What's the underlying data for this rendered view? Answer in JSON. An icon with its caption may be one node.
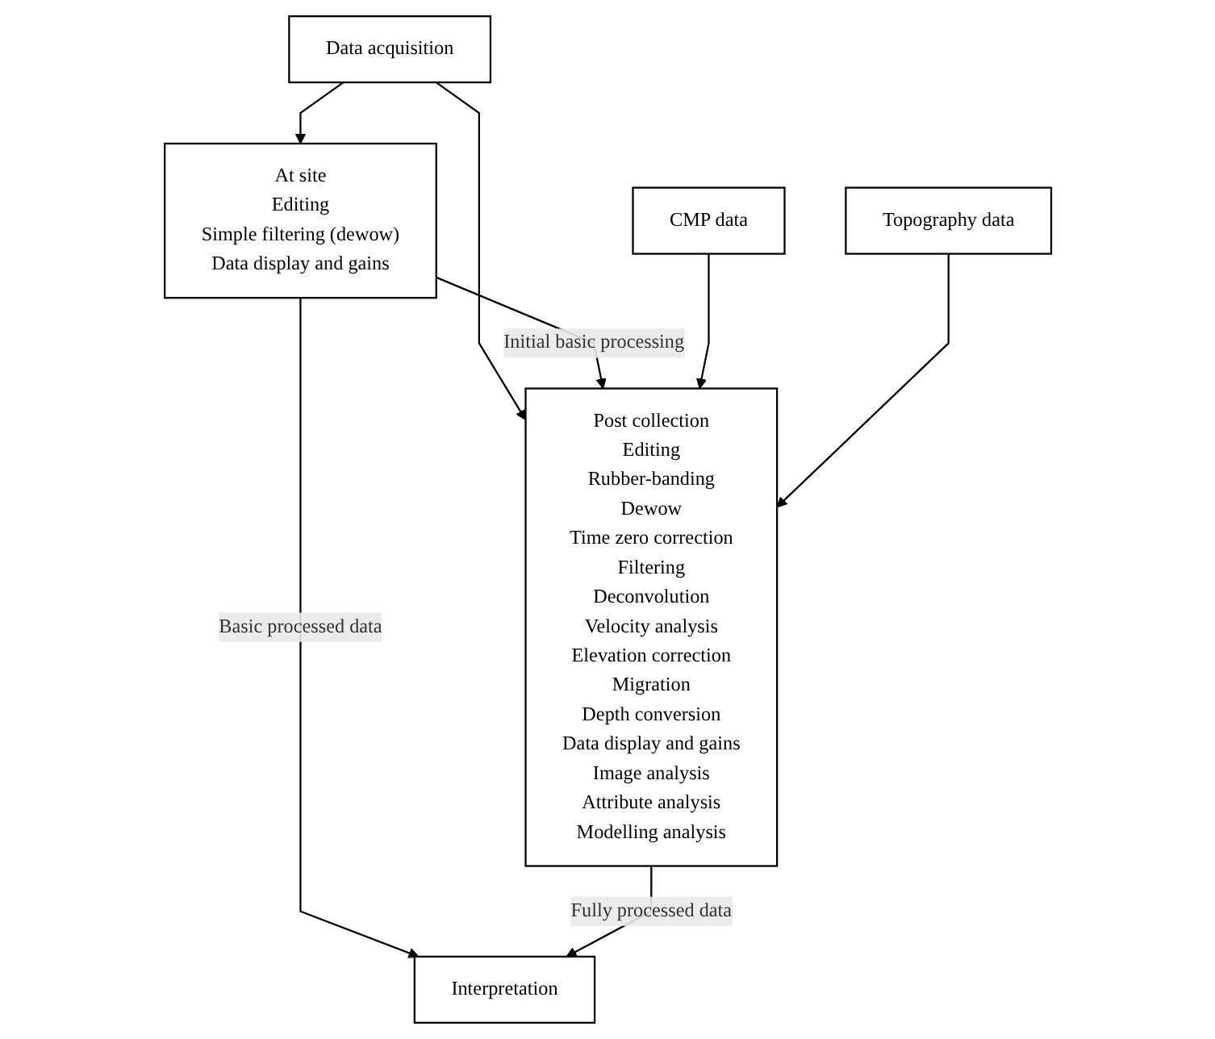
{
  "diagram": {
    "nodes": [
      {
        "text": [
          "Data acquisition"
        ]
      },
      {
        "text": [
          "At site",
          "Editing",
          "Simple filtering (dewow)",
          "Data display and gains"
        ]
      },
      {
        "text": [
          "Post collection",
          "Editing",
          "Rubber-banding",
          "Dewow",
          "Time zero correction",
          "Filtering",
          "Deconvolution",
          "Velocity analysis",
          "Elevation correction",
          "Migration",
          "Depth conversion",
          "Data display and gains",
          "Image analysis",
          "Attribute analysis",
          "Modelling analysis"
        ]
      },
      {
        "text": [
          "CMP data"
        ]
      },
      {
        "text": [
          "Topography data"
        ]
      },
      {
        "text": [
          "Interpretation"
        ]
      }
    ],
    "edges": [
      {
        "from": 0,
        "to": 1,
        "arrow": "to"
      },
      {
        "from": 0,
        "to": 2,
        "arrow": "to"
      },
      {
        "from": 1,
        "to": 2,
        "arrow": "to",
        "label": "Initial basic processing"
      },
      {
        "from": 3,
        "to": 2,
        "arrow": "to"
      },
      {
        "from": 4,
        "to": 2,
        "arrow": "to"
      },
      {
        "from": 1,
        "to": 5,
        "arrow": "to",
        "label": "Basic processed data"
      },
      {
        "from": 2,
        "to": 5,
        "arrow": "to",
        "label": "Fully processed data"
      }
    ]
  }
}
